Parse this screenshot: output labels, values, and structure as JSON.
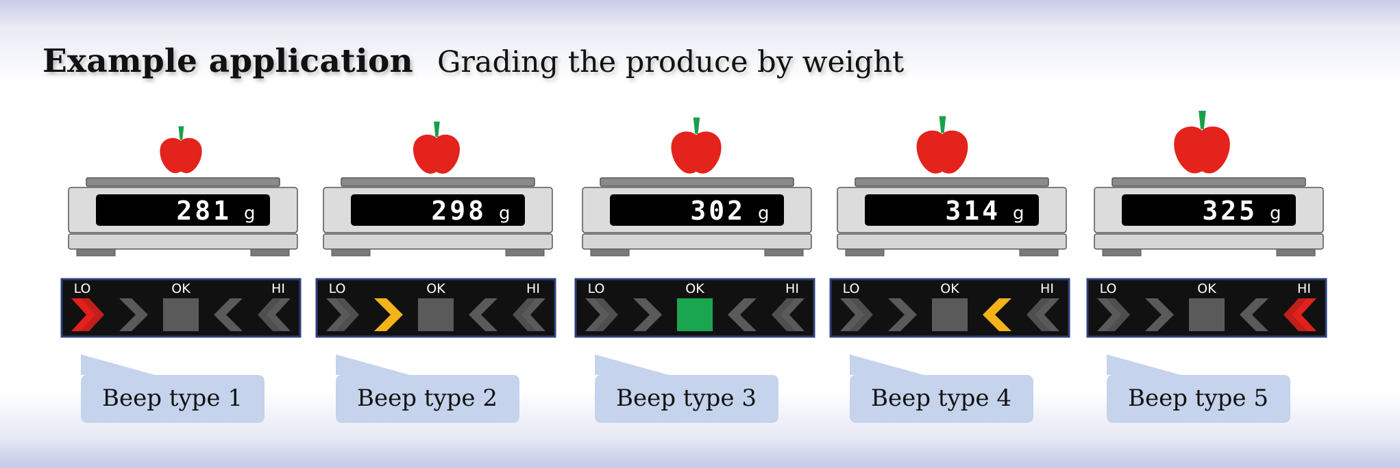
{
  "header": {
    "title": "Example application",
    "subtitle": "Grading the produce by weight"
  },
  "indicator_labels": {
    "lo": "LO",
    "ok": "OK",
    "hi": "HI"
  },
  "units": [
    {
      "weight": "281",
      "unit": "g",
      "beep": "Beep type 1",
      "active": "lo",
      "active_color": "#e2211c"
    },
    {
      "weight": "298",
      "unit": "g",
      "beep": "Beep type 2",
      "active": "lo2",
      "active_color": "#f2b31b"
    },
    {
      "weight": "302",
      "unit": "g",
      "beep": "Beep type 3",
      "active": "ok",
      "active_color": "#1aa650"
    },
    {
      "weight": "314",
      "unit": "g",
      "beep": "Beep type 4",
      "active": "hi2",
      "active_color": "#f2b31b"
    },
    {
      "weight": "325",
      "unit": "g",
      "beep": "Beep type 5",
      "active": "hi",
      "active_color": "#e2211c"
    }
  ],
  "colors": {
    "apple": "#e3231c",
    "stem": "#18a04a",
    "bubble": "#c5d3ec",
    "inactive_arrow": "#5a5a5a",
    "panel": "#111111",
    "panel_border": "#2d3f7a"
  }
}
